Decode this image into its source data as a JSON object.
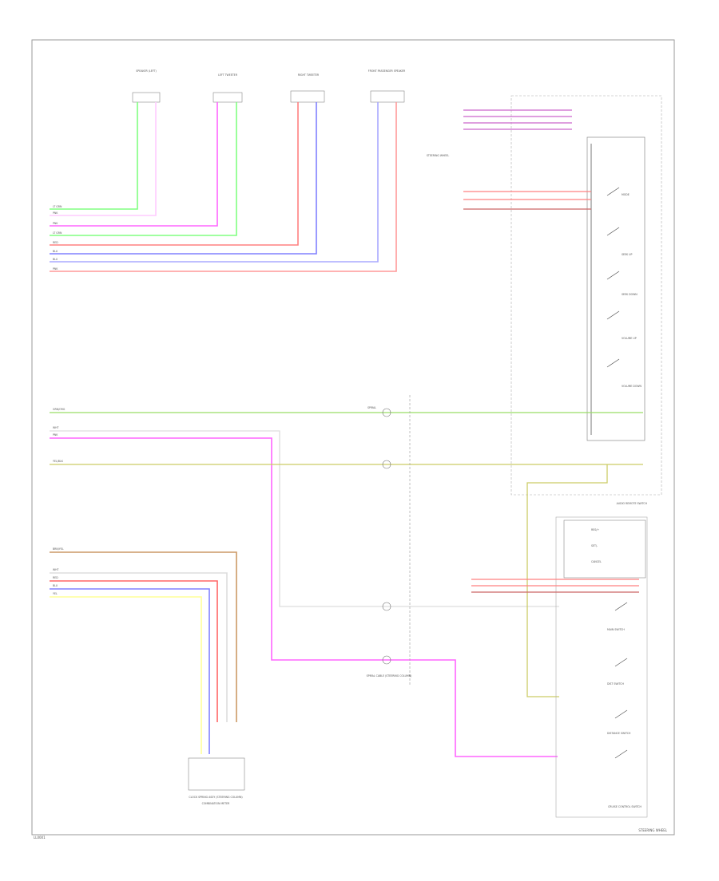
{
  "diagram": {
    "footer_left": "LL0001",
    "footer_right": "STEERING WHEEL",
    "colors": {
      "lt_grn": "#80ff80",
      "pink": "#ff66ff",
      "red": "#ff8080",
      "blue": "#8080ff",
      "grn_org": "#99dd66",
      "yel_blk": "#cccc66",
      "white": "#cccccc",
      "brn_yel": "#cc9966",
      "yellow": "#ffff99",
      "border": "#aaaaaa",
      "black": "#333333"
    },
    "top_connectors": [
      {
        "id": "c1",
        "label": "SPEAKER (LEFT)"
      },
      {
        "id": "c2",
        "label": "LEFT TWEETER"
      },
      {
        "id": "c3",
        "label": "RIGHT TWEETER"
      },
      {
        "id": "c4",
        "label": "FRONT PASSENGER SPEAKER"
      }
    ],
    "audio_wires": [
      {
        "label": "LT GRN"
      },
      {
        "label": "PNK"
      },
      {
        "label": "PNK"
      },
      {
        "label": "LT GRN"
      },
      {
        "label": "RED"
      },
      {
        "label": "BLU"
      },
      {
        "label": "BLU"
      },
      {
        "label": "PNK"
      }
    ],
    "steering_assembly_label": "STEERING WHEEL",
    "pad_switch_label": "AUDIO REMOTE SWITCH",
    "switch_labels": [
      "MODE",
      "SEEK UP",
      "SEEK DOWN",
      "VOLUME UP",
      "VOLUME DOWN"
    ],
    "middle_wires": [
      {
        "label": "GRN/ORG",
        "conn": "SPIRAL"
      },
      {
        "label": "PNK"
      },
      {
        "label": "WHT"
      },
      {
        "label": "YEL/BLK",
        "conn": "SPIRAL"
      }
    ],
    "lower_wires": [
      {
        "label": "BRN/YEL"
      },
      {
        "label": "WHT"
      },
      {
        "label": "RED"
      },
      {
        "label": "BLU"
      },
      {
        "label": "YEL"
      }
    ],
    "spiral_cable_label": "SPIRAL CABLE (STEERING COLUMN)",
    "cruise_switch_label": "CRUISE CONTROL SWITCH",
    "cruise_items": [
      "RES/+",
      "SET/-",
      "CANCEL",
      "MAIN SWITCH",
      "DIST SWITCH",
      "DISTANCE SWITCH"
    ],
    "bottom_connector_label": "CLOCK SPRING ASSY (STEERING COLUMN)",
    "bottom_connector_sub": "COMBINATION METER"
  }
}
